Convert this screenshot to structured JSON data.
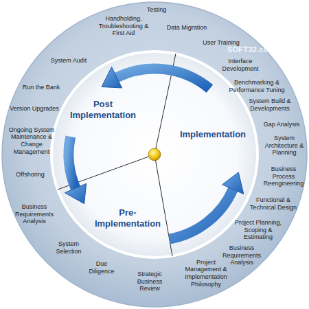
{
  "diagram": {
    "nodes": [
      {
        "text": [
          "Post Implementation"
        ]
      },
      {
        "text": [
          "Implementation"
        ]
      },
      {
        "text": [
          "Pre- Implementation"
        ]
      }
    ],
    "edges": [
      {
        "from": 1,
        "to": 0,
        "arrow": "to"
      },
      {
        "from": 0,
        "to": 2,
        "arrow": "to"
      },
      {
        "from": 2,
        "to": 1,
        "arrow": "to"
      }
    ],
    "labels": [
      "Testing",
      "Handholding, Troubleshooting & First Aid",
      "Data Migration",
      "User Training",
      "Interface Development",
      "Benchmarking & Performance Tuning",
      "System Build & Developments",
      "Gap Analysis",
      "System Architecture & Planning",
      "Business Process Reengineering",
      "Functional & Technical Design",
      "Project Planning, Scoping & Estimating",
      "Business Requirements Analysis",
      "Project Management & Implementation Philosophy",
      "Strategic Business Review",
      "Due Diligence",
      "System Selection",
      "Business Requirements Analysis",
      "Offshoring",
      "Ongoing System Maintenance & Change Management",
      "Version Upgrades",
      "Run the Bank",
      "System Audit",
      "SOFT32.com"
    ]
  }
}
